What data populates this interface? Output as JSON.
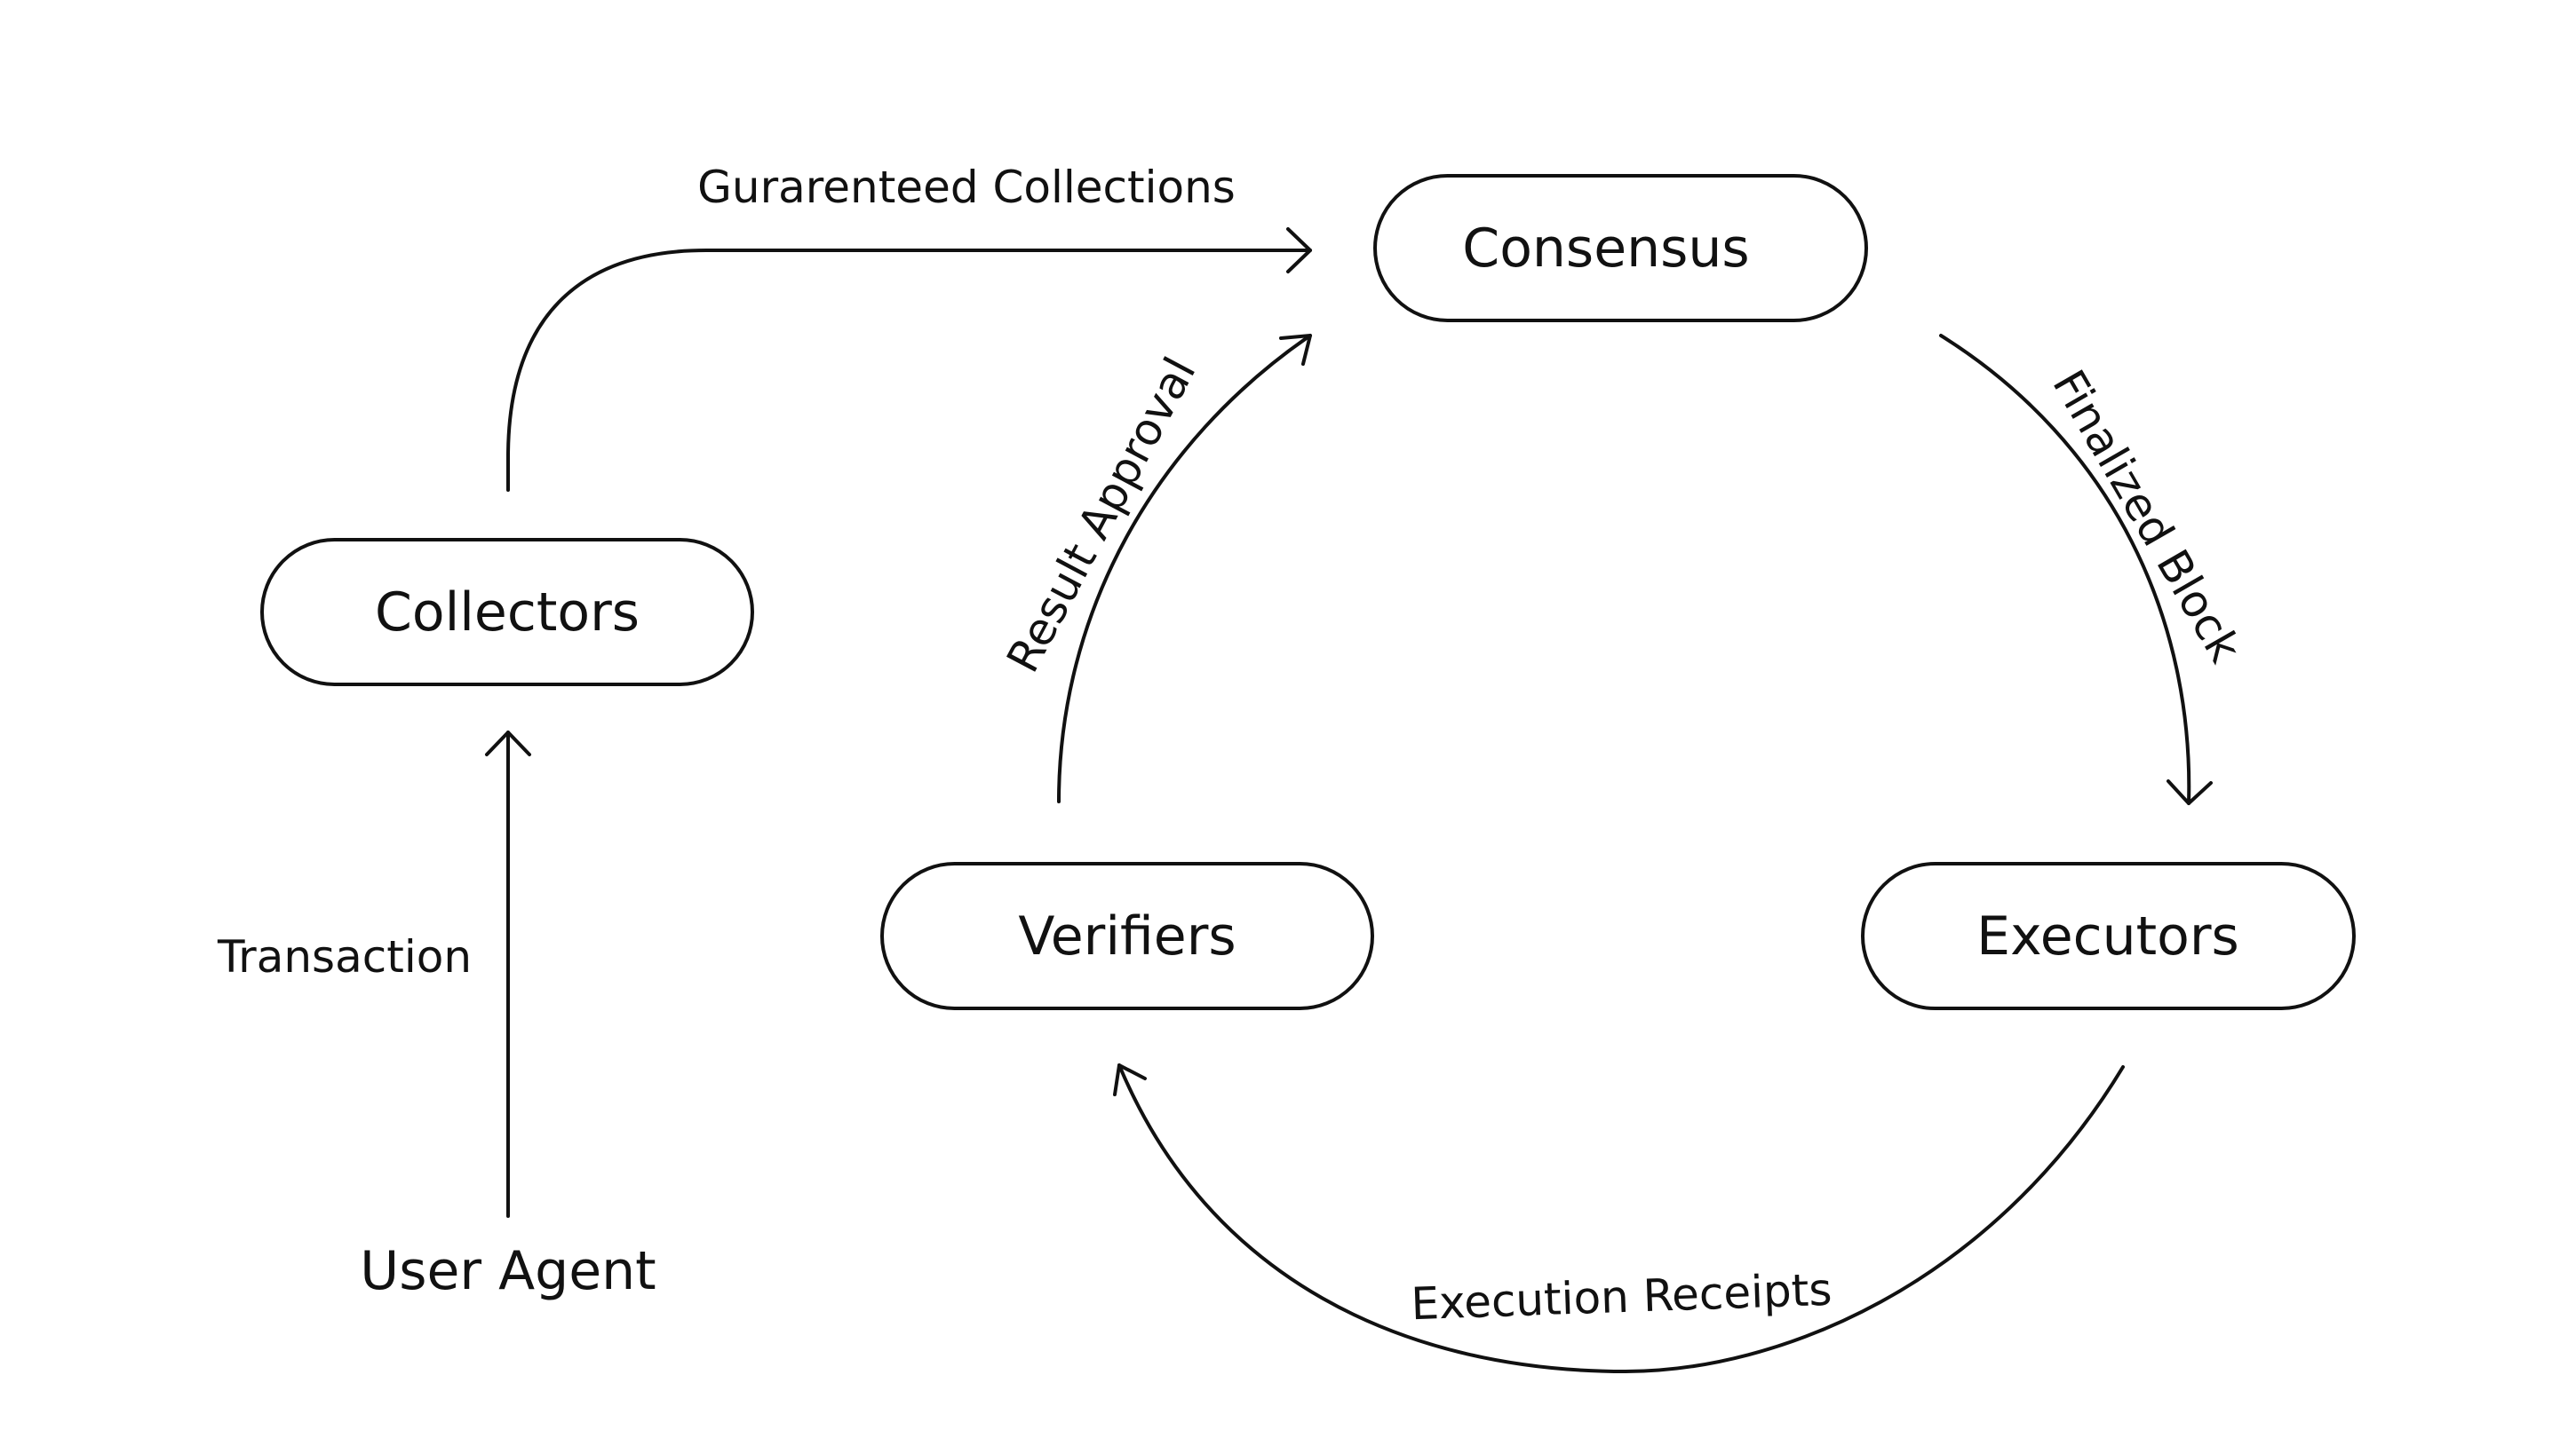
{
  "nodes": {
    "consensus": "Consensus",
    "collectors": "Collectors",
    "verifiers": "Verifiers",
    "executors": "Executors",
    "user_agent": "User Agent"
  },
  "edges": {
    "guaranteed_collections": "Gurarenteed Collections",
    "result_approval": "Result Approval",
    "finalized_block": "Finalized Block",
    "execution_receipts": "Execution Receipts",
    "transaction": "Transaction"
  },
  "colors": {
    "stroke": "#111111",
    "background": "#ffffff"
  }
}
